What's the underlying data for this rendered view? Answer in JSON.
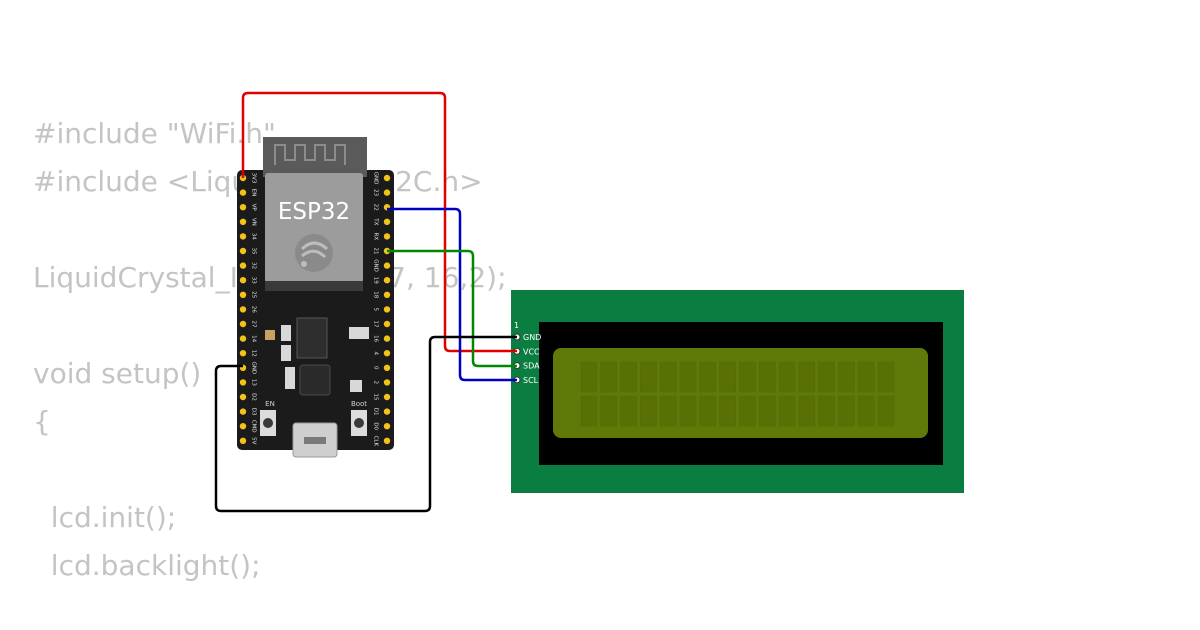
{
  "code_lines": [
    "#include \"WiFi.h\"",
    "#include <LiquidCrystal_I2C.h>",
    "",
    "LiquidCrystal_I2C lcd(0x27, 16,2);",
    "",
    "void setup()",
    "{",
    "",
    "  lcd.init();",
    "  lcd.backlight();"
  ],
  "esp32": {
    "label": "ESP32",
    "left_pins": [
      "3V3",
      "EN",
      "VP",
      "VN",
      "34",
      "35",
      "32",
      "33",
      "25",
      "26",
      "27",
      "14",
      "12",
      "GND",
      "13",
      "D2",
      "D3",
      "CMD",
      "5V"
    ],
    "right_pins": [
      "GND",
      "23",
      "22",
      "TX",
      "RX",
      "21",
      "GND",
      "19",
      "18",
      "5",
      "17",
      "16",
      "4",
      "0",
      "2",
      "15",
      "D1",
      "D0",
      "CLK"
    ],
    "en_label": "EN",
    "boot_label": "Boot"
  },
  "lcd": {
    "pin1_marker": "1",
    "pins": [
      "GND",
      "VCC",
      "SDA",
      "SCL"
    ],
    "columns": 16,
    "rows": 2
  },
  "colors": {
    "wire_vcc": "#e00000",
    "wire_sda": "#008800",
    "wire_scl": "#0000c0",
    "wire_gnd": "#000000",
    "board": "#1a1a1a",
    "lcd_pcb": "#0a7d40",
    "lcd_screen": "#5f7a08"
  }
}
